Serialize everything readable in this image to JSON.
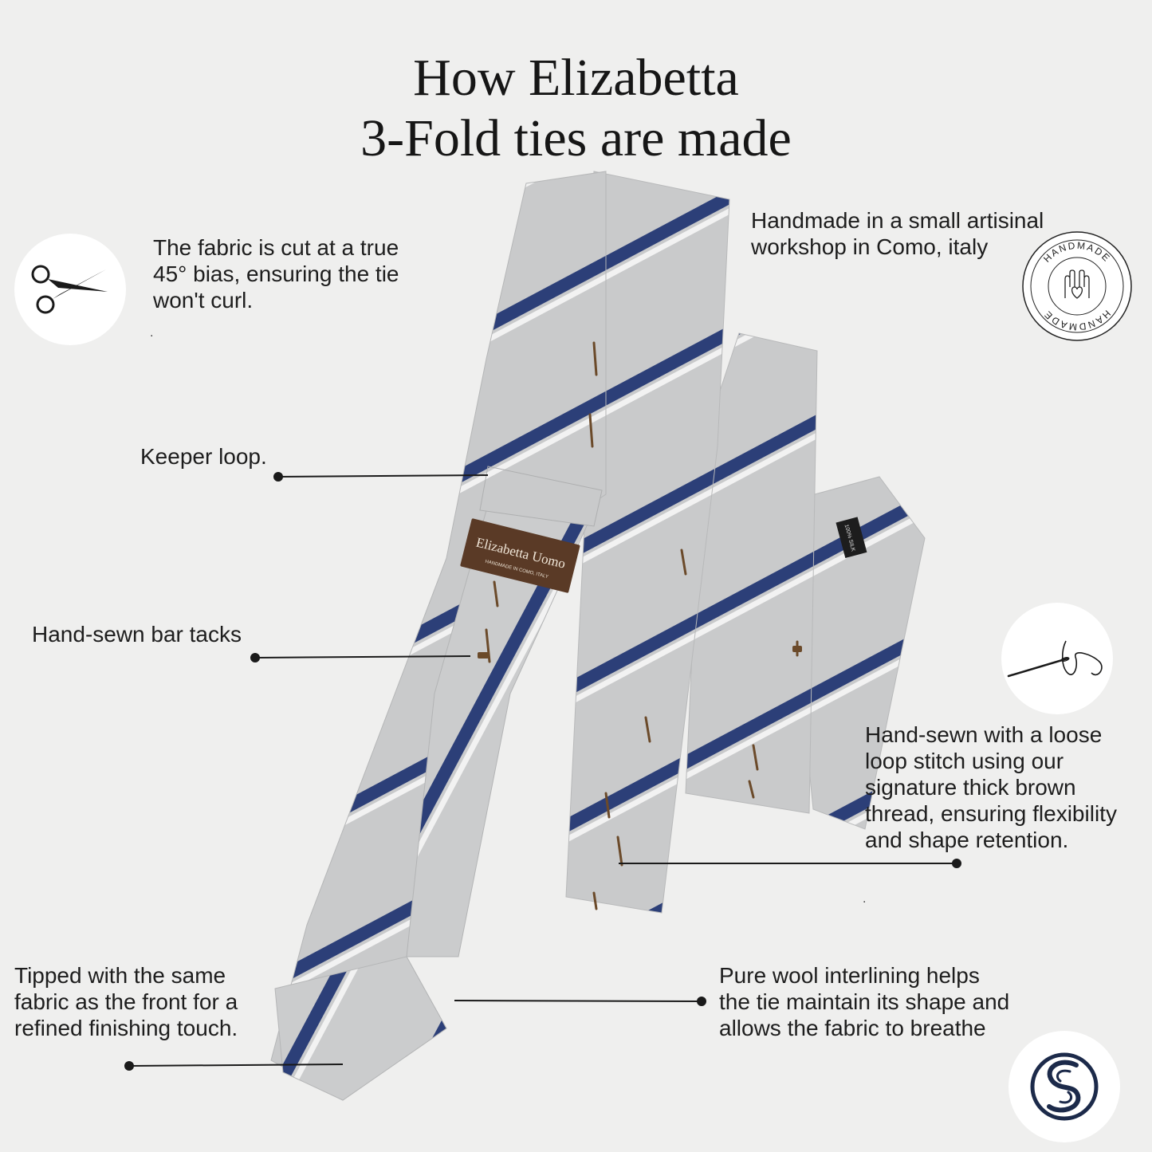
{
  "title": {
    "line1": "How Elizabetta",
    "line2": "3-Fold ties are made"
  },
  "notes": {
    "fabric_cut": "The fabric is cut at a true\n45° bias, ensuring the tie\nwon't curl.",
    "handmade_workshop": "Handmade in a small artisinal\nworkshop in Como, italy",
    "keeper_loop": "Keeper loop.",
    "bar_tacks": "Hand-sewn bar tacks",
    "loop_stitch": "Hand-sewn with a loose\nloop stitch using our\nsignature thick brown\nthread, ensuring flexibility\nand shape retention.",
    "tipped": "Tipped with the same\n fabric as the front for a\nrefined finishing touch.",
    "interlining": "Pure wool interlining helps\nthe tie maintain its shape and\nallows the fabric to breathe"
  },
  "stray_dots": {
    "under_fabric_cut": ".",
    "under_loop_stitch": "."
  },
  "brand_label": {
    "name": "Elizabetta Uomo",
    "sub": "HANDMADE IN COMO, ITALY"
  },
  "care_tag": "100% SILK",
  "badge": {
    "top_text": "HANDMADE",
    "bottom_text": "HANDMADE"
  },
  "icons": {
    "scissors": "scissors-icon",
    "needle": "needle-thread-icon",
    "handmade": "handmade-hands-heart-icon",
    "wool": "wool-s-logo-icon"
  },
  "colors": {
    "background": "#efefee",
    "tie_base": "#c9cacb",
    "stripe_navy": "#2c3f78",
    "stripe_white": "#f4f4f4",
    "label_brown": "#5a3a26",
    "thread_brown": "#6b4a2a"
  }
}
